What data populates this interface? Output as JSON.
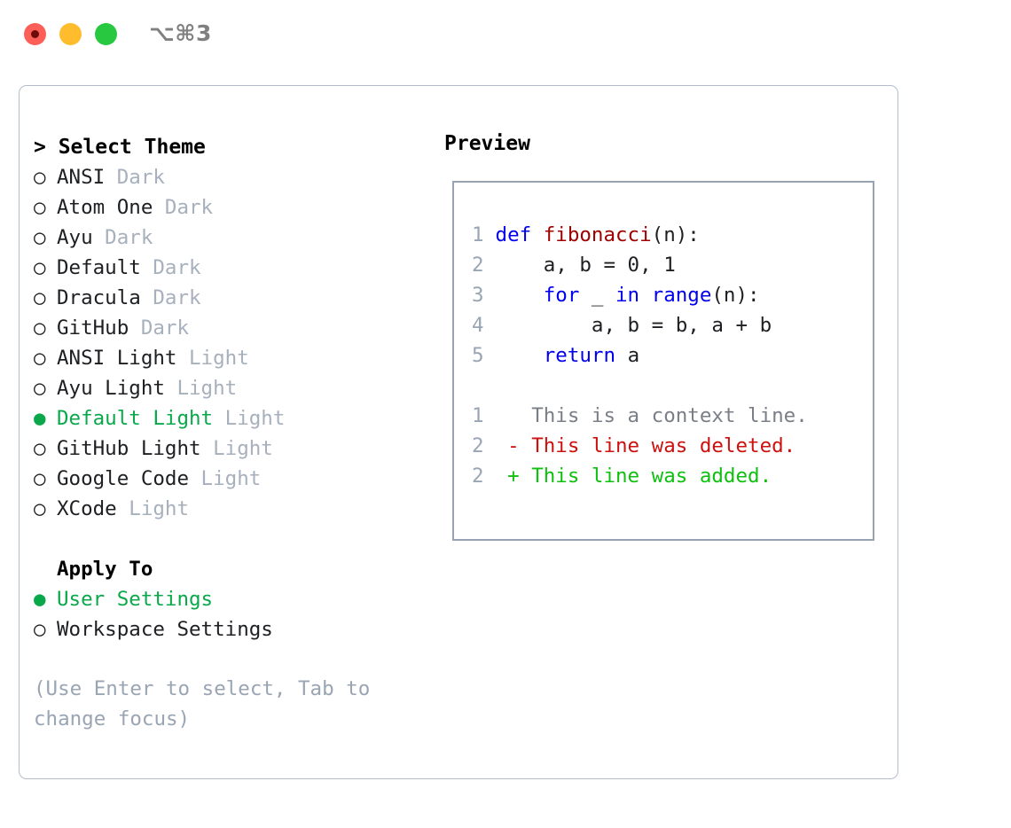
{
  "window": {
    "shortcut_title": "⌥⌘3",
    "traffic_lights": [
      {
        "name": "close",
        "color": "#fb5f57"
      },
      {
        "name": "minimize",
        "color": "#ffbd2e"
      },
      {
        "name": "maximize",
        "color": "#28c840"
      }
    ]
  },
  "theme_picker": {
    "header": "> Select Theme",
    "unselected_marker": "○ ",
    "selected_marker": "● ",
    "accent_color": "#0aa84a",
    "tag_color": "#a7b0bd",
    "items": [
      {
        "label": "ANSI",
        "tag": "Dark",
        "selected": false
      },
      {
        "label": "Atom One",
        "tag": "Dark",
        "selected": false
      },
      {
        "label": "Ayu",
        "tag": "Dark",
        "selected": false
      },
      {
        "label": "Default",
        "tag": "Dark",
        "selected": false
      },
      {
        "label": "Dracula",
        "tag": "Dark",
        "selected": false
      },
      {
        "label": "GitHub",
        "tag": "Dark",
        "selected": false
      },
      {
        "label": "ANSI Light",
        "tag": "Light",
        "selected": false
      },
      {
        "label": "Ayu Light",
        "tag": "Light",
        "selected": false
      },
      {
        "label": "Default Light",
        "tag": "Light",
        "selected": true
      },
      {
        "label": "GitHub Light",
        "tag": "Light",
        "selected": false
      },
      {
        "label": "Google Code",
        "tag": "Light",
        "selected": false
      },
      {
        "label": "XCode",
        "tag": "Light",
        "selected": false
      }
    ]
  },
  "apply_to": {
    "label": "Apply To",
    "options": [
      {
        "label": "User Settings",
        "selected": true
      },
      {
        "label": "Workspace Settings",
        "selected": false
      }
    ]
  },
  "hint": "(Use Enter to select, Tab to\nchange focus)",
  "preview": {
    "title": "Preview",
    "code_lines": [
      {
        "no": "1",
        "indent": "",
        "tokens": [
          {
            "t": "def ",
            "c": "kw"
          },
          {
            "t": "fibonacci",
            "c": "fn"
          },
          {
            "t": "(n):",
            "c": "pl"
          }
        ]
      },
      {
        "no": "2",
        "indent": "    ",
        "tokens": [
          {
            "t": "a, b = 0, 1",
            "c": "pl"
          }
        ]
      },
      {
        "no": "3",
        "indent": "    ",
        "tokens": [
          {
            "t": "for ",
            "c": "kw"
          },
          {
            "t": "_ ",
            "c": "pl"
          },
          {
            "t": "in ",
            "c": "kw"
          },
          {
            "t": "range",
            "c": "kw"
          },
          {
            "t": "(n):",
            "c": "pl"
          }
        ]
      },
      {
        "no": "4",
        "indent": "        ",
        "tokens": [
          {
            "t": "a, b = b, a + b",
            "c": "pl"
          }
        ]
      },
      {
        "no": "5",
        "indent": "    ",
        "tokens": [
          {
            "t": "return ",
            "c": "kw"
          },
          {
            "t": "a",
            "c": "pl"
          }
        ]
      }
    ],
    "diff_lines": [
      {
        "no": "1",
        "marker": "  ",
        "text": "This is a context line.",
        "c": "ctx"
      },
      {
        "no": "2",
        "marker": "- ",
        "text": "This line was deleted.",
        "c": "del"
      },
      {
        "no": "2",
        "marker": "+ ",
        "text": "This line was added.",
        "c": "add"
      }
    ]
  }
}
